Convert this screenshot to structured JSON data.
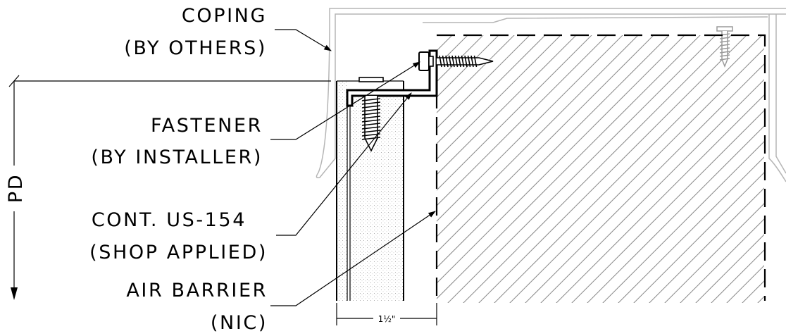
{
  "labels": {
    "coping": [
      "COPING",
      "(BY OTHERS)"
    ],
    "fastener": [
      "FASTENER",
      "(BY INSTALLER)"
    ],
    "cont": [
      "CONT. US-154",
      "(SHOP APPLIED)"
    ],
    "air_barrier": [
      "AIR BARRIER",
      "(NIC)"
    ]
  },
  "dimensions": {
    "vertical": "PD",
    "horizontal": "1½\""
  }
}
